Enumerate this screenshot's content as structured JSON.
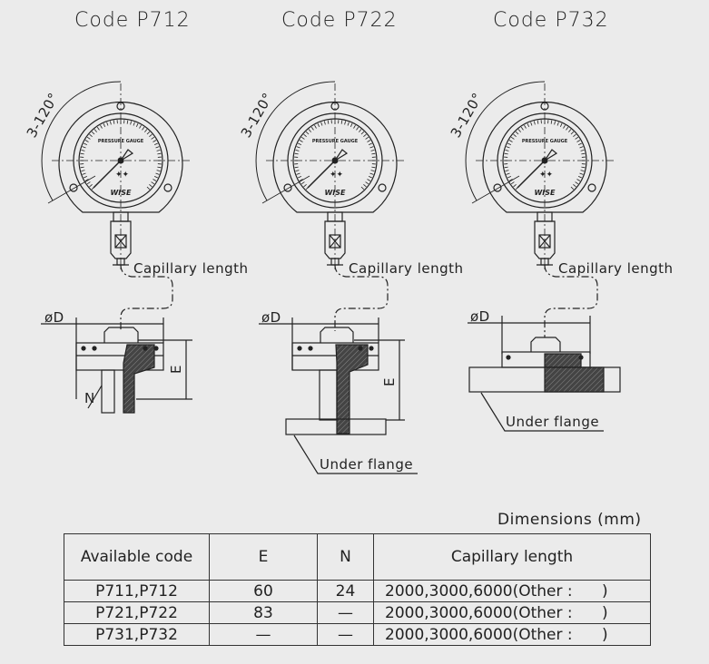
{
  "codes": [
    {
      "title": "Code P712",
      "angle_label": "3-120°",
      "capillary_label": "Capillary length",
      "diameter_label": "øD",
      "e_label": "E",
      "n_label": "N"
    },
    {
      "title": "Code P722",
      "angle_label": "3-120°",
      "capillary_label": "Capillary length",
      "diameter_label": "øD",
      "e_label": "E",
      "under_flange_label": "Under flange"
    },
    {
      "title": "Code P732",
      "angle_label": "3-120°",
      "capillary_label": "Capillary length",
      "diameter_label": "øD",
      "under_flange_label": "Under flange"
    }
  ],
  "gauge_face": {
    "label": "PRESSURE GAUGE",
    "brand": "WISE"
  },
  "table": {
    "caption": "Dimensions (mm)",
    "headers": [
      "Available code",
      "E",
      "N",
      "Capillary length"
    ],
    "rows": [
      [
        "P711,P712",
        "60",
        "24",
        "2000,3000,6000(Other :      )"
      ],
      [
        "P721,P722",
        "83",
        "—",
        "2000,3000,6000(Other :      )"
      ],
      [
        "P731,P732",
        "—",
        "—",
        "2000,3000,6000(Other :      )"
      ]
    ]
  }
}
